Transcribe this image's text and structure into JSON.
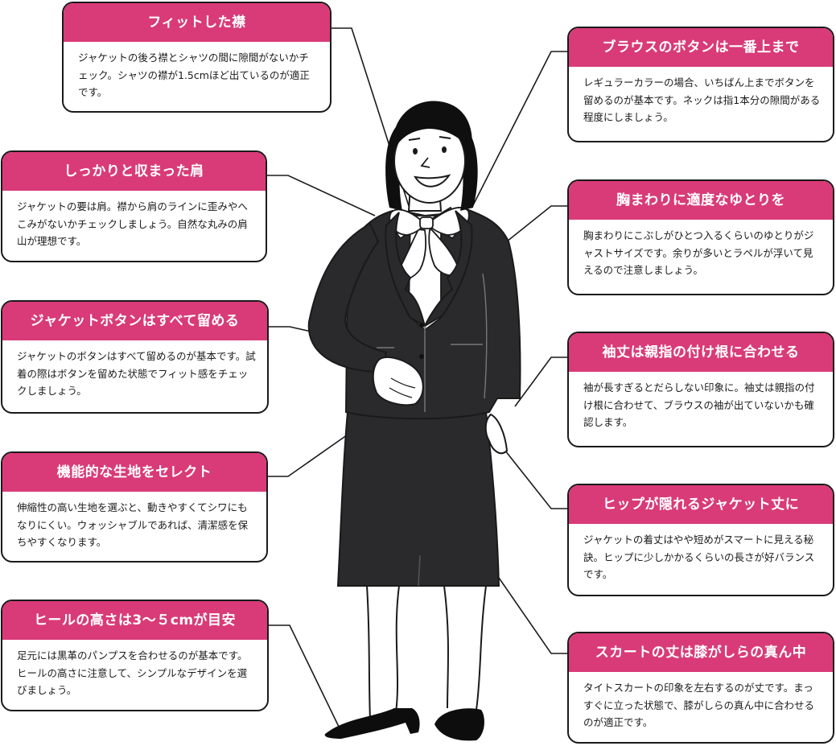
{
  "callouts": [
    {
      "title": "フィットした襟",
      "body": "ジャケットの後ろ襟とシャツの間に隙間がないかチェック。シャツの襟が1.5cmほど出ているのが適正です。"
    },
    {
      "title": "しっかりと収まった肩",
      "body": "ジャケットの要は肩。襟から肩のラインに歪みやへこみがないかチェックしましょう。自然な丸みの肩山が理想です。"
    },
    {
      "title": "ジャケットボタンはすべて留める",
      "body": "ジャケットのボタンはすべて留めるのが基本です。試着の際はボタンを留めた状態でフィット感をチェックしましょう。"
    },
    {
      "title": "機能的な生地をセレクト",
      "body": "伸縮性の高い生地を選ぶと、動きやすくてシワにもなりにくい。ウォッシャブルであれば、清潔感を保ちやすくなります。"
    },
    {
      "title": "ヒールの高さは3～５cmが目安",
      "body": "足元には黒革のパンプスを合わせるのが基本です。ヒールの高さに注意して、シンプルなデザインを選びましょう。"
    },
    {
      "title": "ブラウスのボタンは一番上まで",
      "body": "レギュラーカラーの場合、いちばん上までボタンを留めるのが基本です。ネックは指1本分の隙間がある程度にしましょう。"
    },
    {
      "title": "胸まわりに適度なゆとりを",
      "body": "胸まわりにこぶしがひとつ入るくらいのゆとりがジャストサイズです。余りが多いとラペルが浮いて見えるので注意しましょう。"
    },
    {
      "title": "袖丈は親指の付け根に合わせる",
      "body": "袖が長すぎるとだらしない印象に。袖丈は親指の付け根に合わせて、ブラウスの袖が出ていないかも確認します。"
    },
    {
      "title": "ヒップが隠れるジャケット丈に",
      "body": "ジャケットの着丈はやや短めがスマートに見える秘訣。ヒップに少しかかるくらいの長さが好バランスです。"
    },
    {
      "title": "スカートの丈は膝がしらの真ん中",
      "body": "タイトスカートの印象を左右するのが丈です。まっすぐに立った状態で、膝がしらの真ん中に合わせるのが適正です。"
    }
  ],
  "colors": {
    "accent": "#d93b78",
    "suit": "#2a2a2d",
    "outline": "#1a1a1a"
  }
}
